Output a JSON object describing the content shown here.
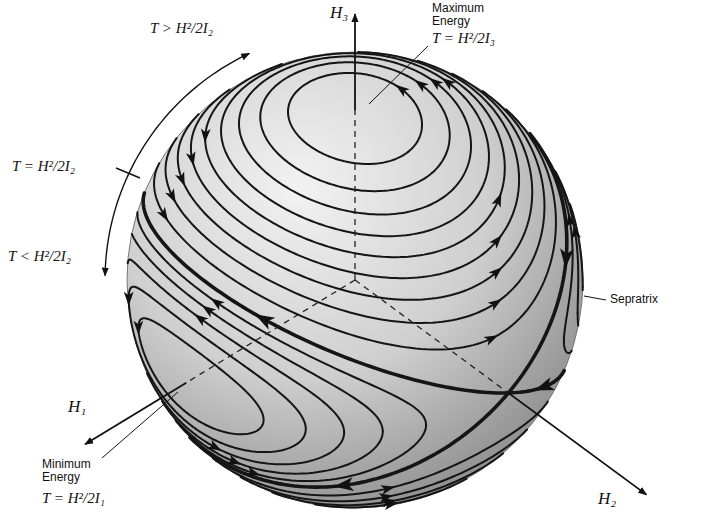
{
  "diagram": {
    "labels": [
      "H₃",
      "Maximum Energy",
      "T = H²/2I₃",
      "T > H²/2I₂",
      "T = H²/2I₂",
      "T < H²/2I₂",
      "H₁",
      "Minimum Energy",
      "T = H²/2I₁",
      "Sepratrix",
      "H₂"
    ]
  }
}
